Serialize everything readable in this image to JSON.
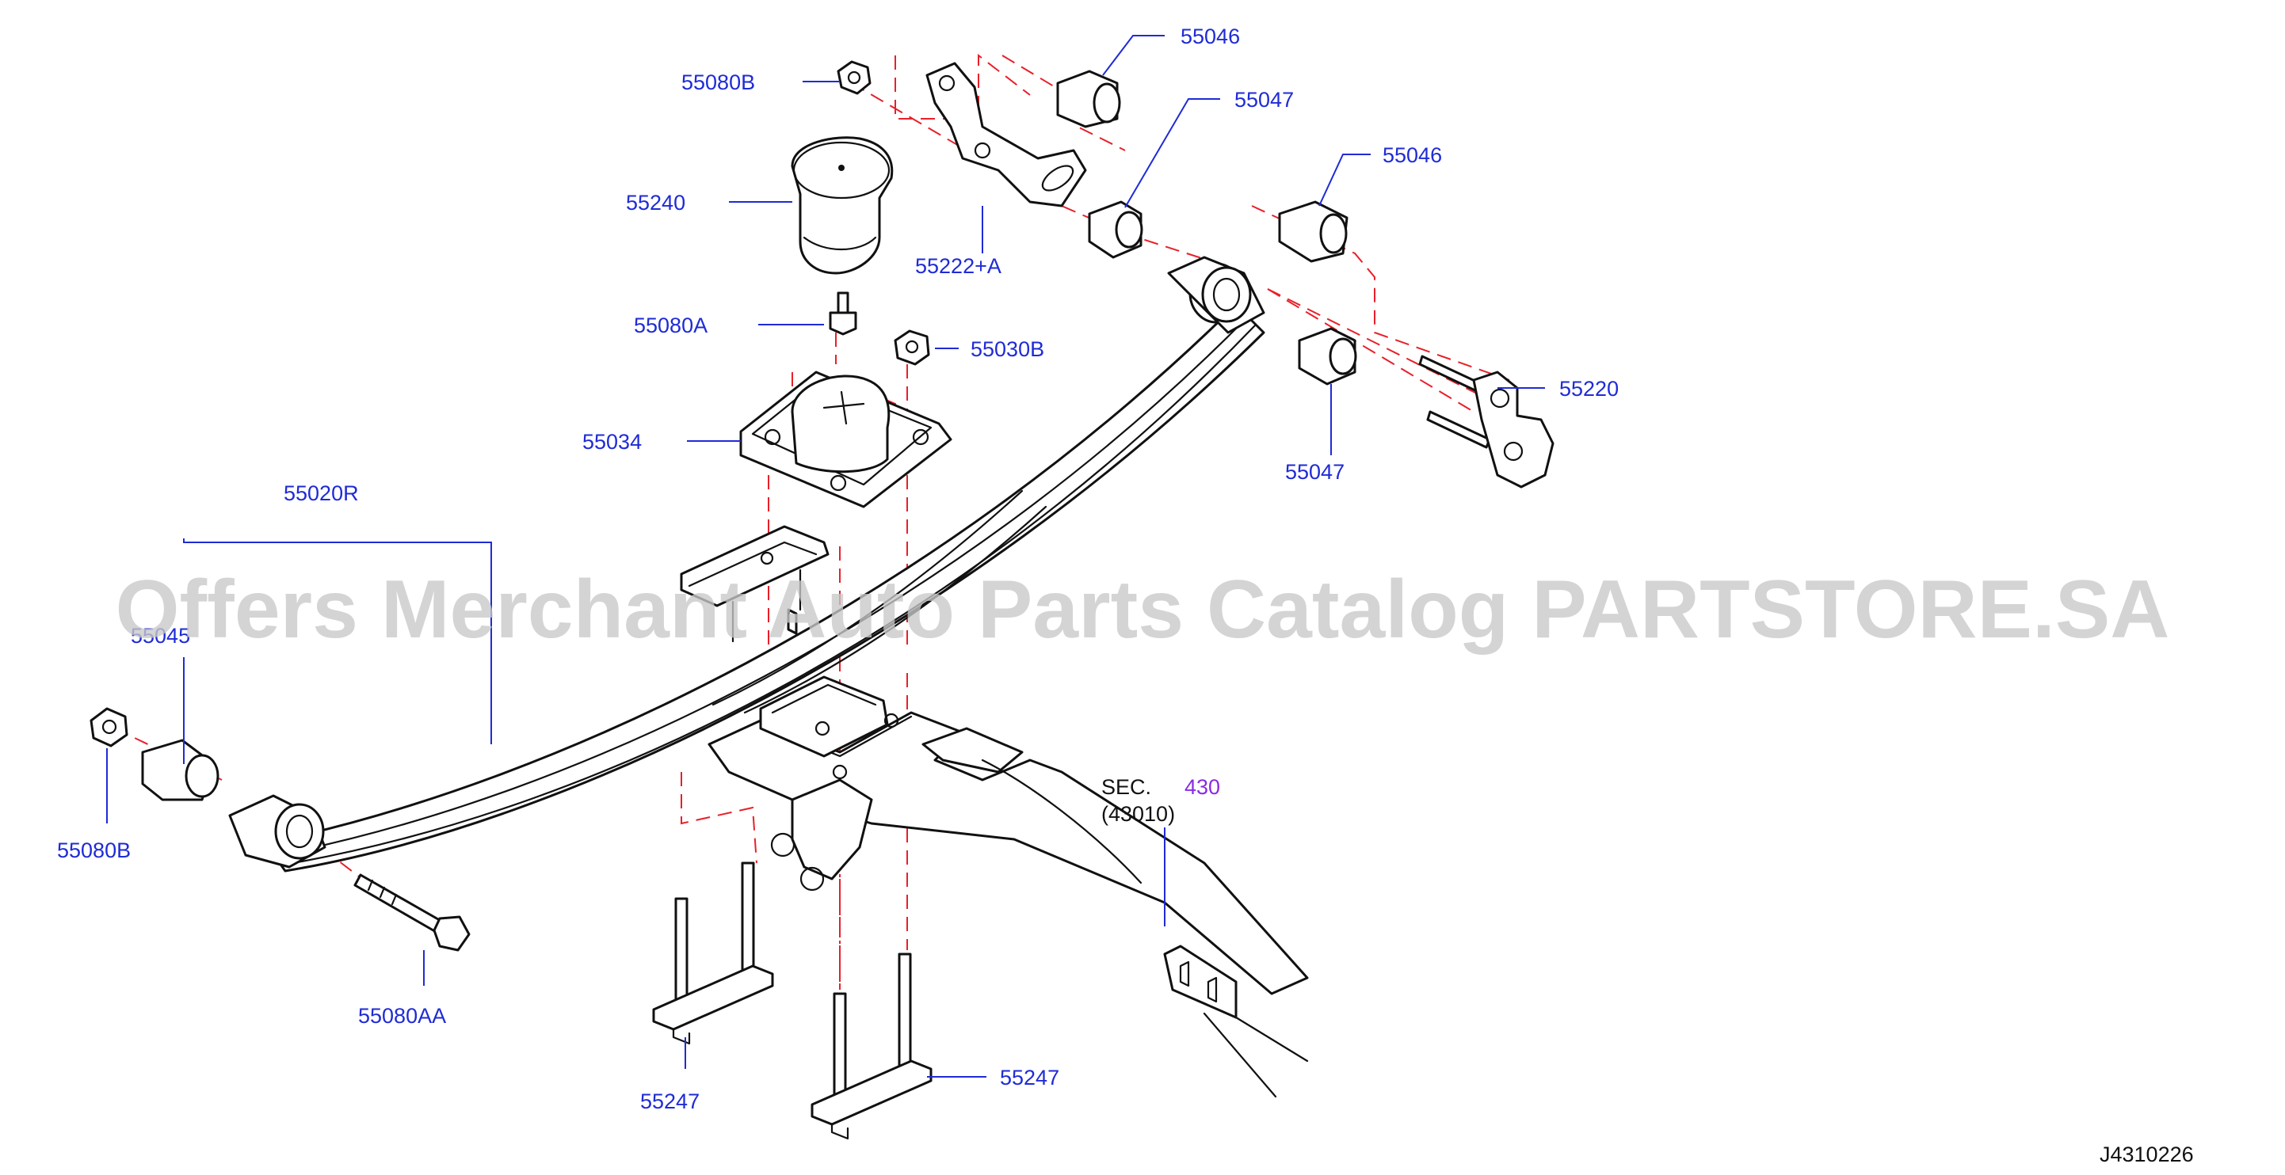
{
  "labels": {
    "p55046_top": "55046",
    "p55080B_top": "55080B",
    "p55047_top": "55047",
    "p55240": "55240",
    "p55222A": "55222+A",
    "p55046_mid": "55046",
    "p55080A": "55080A",
    "p55030B": "55030B",
    "p55220": "55220",
    "p55034": "55034",
    "p55047_mid": "55047",
    "p55020R": "55020R",
    "p55045": "55045",
    "p55080B_left": "55080B",
    "p55080AA": "55080AA",
    "p55247_left": "55247",
    "p55247_right": "55247"
  },
  "section_ref": {
    "prefix": "SEC.",
    "number": "430",
    "sub": "(43010)"
  },
  "diagram_id": "J4310226",
  "watermark": "Offers Merchant Auto Parts Catalog PARTSTORE.SA",
  "colors": {
    "label": "#1f2bd6",
    "section_number": "#8a2be2",
    "dashed_lines": "#e8202a",
    "watermark": "#c9c9c9"
  }
}
